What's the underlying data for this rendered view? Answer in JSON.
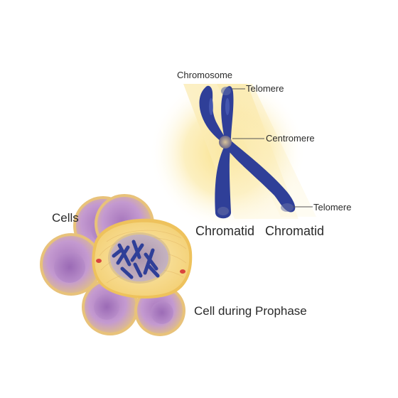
{
  "labels": {
    "chromosome": "Chromosome",
    "telomere_top": "Telomere",
    "centromere": "Centromere",
    "telomere_bottom": "Telomere",
    "chromatid_left": "Chromatid",
    "chromatid_right": "Chromatid",
    "cells": "Cells",
    "cell_during_prophase": "Cell during Prophase"
  },
  "colors": {
    "chromosome": "#2e3f96",
    "centromere": "#b8a278",
    "glow": "#f7dc7a",
    "cell_purple": "#b98fcb",
    "cell_border": "#e9b95a",
    "prophase_cell": "#f6dc95",
    "nucleus": "#b7a1b6",
    "centriole": "#d9443d"
  }
}
